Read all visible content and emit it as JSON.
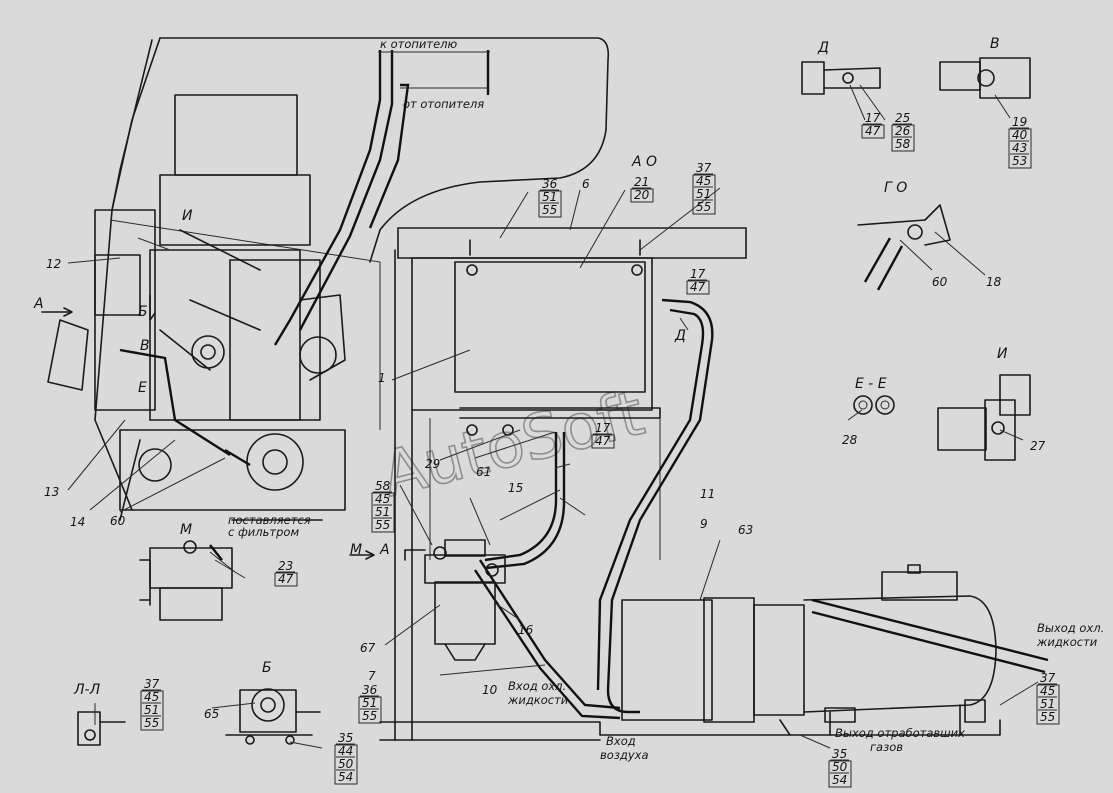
{
  "watermark": "AutoSoft",
  "captions": {
    "to_heater": "к отопителю",
    "from_heater": "от отопителя",
    "supplied_with_filter_1": "поставляется",
    "supplied_with_filter_2": "с фильтром",
    "coolant_in_1": "Вход охл.",
    "coolant_in_2": "жидкости",
    "coolant_out_1": "Выход охл.",
    "coolant_out_2": "жидкости",
    "air_in_1": "Вход",
    "air_in_2": "воздуха",
    "exhaust_out_1": "Выход отработавших",
    "exhaust_out_2": "газов"
  },
  "views": {
    "A": "А",
    "AO": "А О",
    "D": "Д",
    "D_detail": "Д",
    "V": "В",
    "GO": "Г О",
    "EE": "Е - Е",
    "I": "И",
    "I_main": "И",
    "M": "М",
    "M_arrow": "М",
    "LL": "Л-Л",
    "B": "Б",
    "B_main": "Б",
    "V_main": "В",
    "A1": "А",
    "E": "Е"
  },
  "labels": {
    "l1": "1",
    "l6": "6",
    "l7": "7",
    "l9": "9",
    "l10": "10",
    "l11": "11",
    "l12": "12",
    "l13": "13",
    "l14": "14",
    "l15": "15",
    "l16": "16",
    "l18": "18",
    "l27": "27",
    "l28": "28",
    "l29": "29",
    "l60a": "60",
    "l60b": "60",
    "l61": "61",
    "l63": "63",
    "l65": "65",
    "l67": "67"
  },
  "stacks": {
    "s36": [
      "36",
      "51",
      "55"
    ],
    "s21": [
      "21",
      "20"
    ],
    "s37a": [
      "37",
      "45",
      "51",
      "55"
    ],
    "s17a": [
      "17",
      "47"
    ],
    "s17b": [
      "17",
      "47"
    ],
    "s17c": [
      "17",
      "47"
    ],
    "s25": [
      "25",
      "26",
      "58"
    ],
    "s19": [
      "19",
      "40",
      "43",
      "53"
    ],
    "s58": [
      "58",
      "45",
      "51",
      "55"
    ],
    "s23": [
      "23",
      "47"
    ],
    "s37b": [
      "37",
      "45",
      "51",
      "55"
    ],
    "s36b": [
      "36",
      "51",
      "55"
    ],
    "s35a": [
      "35",
      "44",
      "50",
      "54"
    ],
    "s35b": [
      "35",
      "50",
      "54"
    ],
    "s37c": [
      "37",
      "45",
      "51",
      "55"
    ]
  }
}
